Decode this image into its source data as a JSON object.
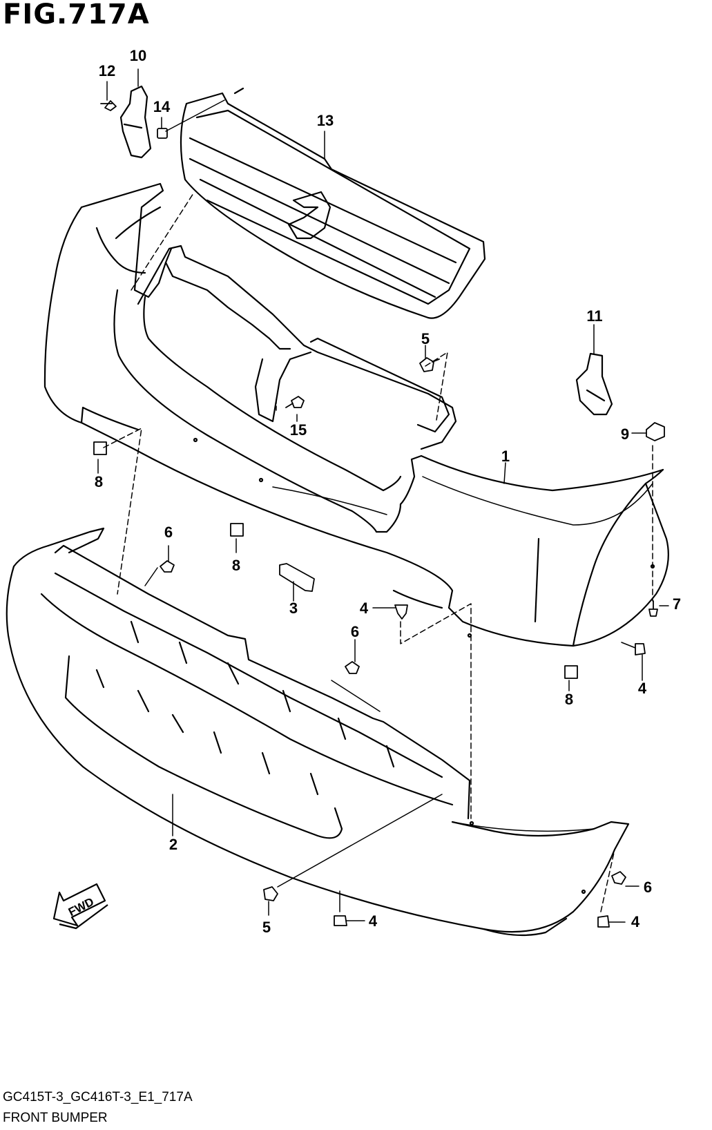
{
  "figure": {
    "title": "FIG.717A",
    "code": "GC415T-3_GC416T-3_E1_717A",
    "name": "FRONT BUMPER"
  },
  "direction_arrow": {
    "label": "FWD"
  },
  "callouts": [
    {
      "id": "c1",
      "label": "1"
    },
    {
      "id": "c2",
      "label": "2"
    },
    {
      "id": "c3",
      "label": "3"
    },
    {
      "id": "c4a",
      "label": "4"
    },
    {
      "id": "c4b",
      "label": "4"
    },
    {
      "id": "c4c",
      "label": "4"
    },
    {
      "id": "c4d",
      "label": "4"
    },
    {
      "id": "c5a",
      "label": "5"
    },
    {
      "id": "c5b",
      "label": "5"
    },
    {
      "id": "c6a",
      "label": "6"
    },
    {
      "id": "c6b",
      "label": "6"
    },
    {
      "id": "c6c",
      "label": "6"
    },
    {
      "id": "c7",
      "label": "7"
    },
    {
      "id": "c8a",
      "label": "8"
    },
    {
      "id": "c8b",
      "label": "8"
    },
    {
      "id": "c8c",
      "label": "8"
    },
    {
      "id": "c9",
      "label": "9"
    },
    {
      "id": "c10",
      "label": "10"
    },
    {
      "id": "c11",
      "label": "11"
    },
    {
      "id": "c12",
      "label": "12"
    },
    {
      "id": "c13",
      "label": "13"
    },
    {
      "id": "c14",
      "label": "14"
    },
    {
      "id": "c15",
      "label": "15"
    }
  ]
}
